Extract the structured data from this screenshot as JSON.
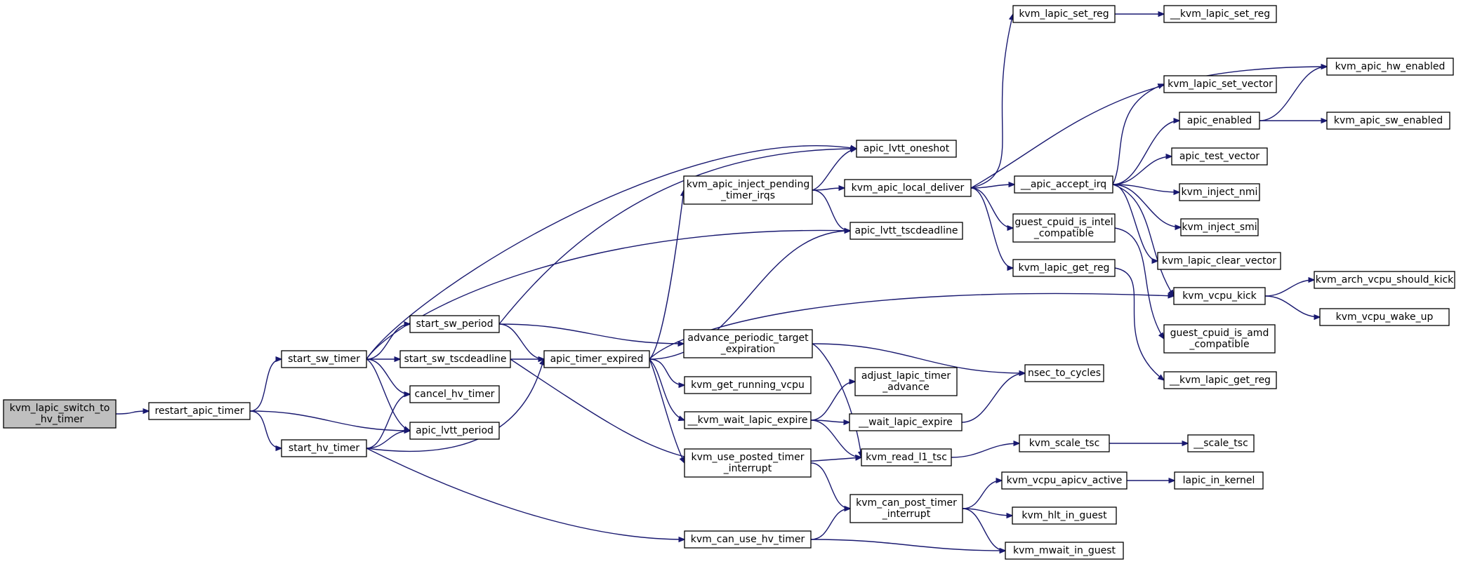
{
  "colors": {
    "edge": "#191970",
    "root_fill": "#bfbfbf",
    "node_fill": "#ffffff",
    "node_stroke": "#000000"
  },
  "nodes": [
    {
      "id": "n0",
      "lines": [
        "kvm_lapic_switch_to",
        "_hv_timer"
      ]
    },
    {
      "id": "n1",
      "lines": [
        "restart_apic_timer"
      ]
    },
    {
      "id": "n2",
      "lines": [
        "start_sw_timer"
      ]
    },
    {
      "id": "n3",
      "lines": [
        "start_hv_timer"
      ]
    },
    {
      "id": "n4",
      "lines": [
        "start_sw_period"
      ]
    },
    {
      "id": "n5",
      "lines": [
        "start_sw_tscdeadline"
      ]
    },
    {
      "id": "n6",
      "lines": [
        "cancel_hv_timer"
      ]
    },
    {
      "id": "n7",
      "lines": [
        "apic_lvtt_period"
      ]
    },
    {
      "id": "n8",
      "lines": [
        "apic_lvtt_oneshot"
      ]
    },
    {
      "id": "n9",
      "lines": [
        "apic_lvtt_tscdeadline"
      ]
    },
    {
      "id": "n10",
      "lines": [
        "apic_timer_expired"
      ]
    },
    {
      "id": "n11",
      "lines": [
        "kvm_apic_inject_pending",
        "_timer_irqs"
      ]
    },
    {
      "id": "n12",
      "lines": [
        "advance_periodic_target",
        "_expiration"
      ]
    },
    {
      "id": "n13",
      "lines": [
        "kvm_get_running_vcpu"
      ]
    },
    {
      "id": "n14",
      "lines": [
        "__kvm_wait_lapic_expire"
      ]
    },
    {
      "id": "n15",
      "lines": [
        "kvm_use_posted_timer",
        "_interrupt"
      ]
    },
    {
      "id": "n16",
      "lines": [
        "kvm_can_use_hv_timer"
      ]
    },
    {
      "id": "n17",
      "lines": [
        "kvm_apic_local_deliver"
      ]
    },
    {
      "id": "n18",
      "lines": [
        "adjust_lapic_timer",
        "_advance"
      ]
    },
    {
      "id": "n19",
      "lines": [
        "__wait_lapic_expire"
      ]
    },
    {
      "id": "n20",
      "lines": [
        "kvm_read_l1_tsc"
      ]
    },
    {
      "id": "n21",
      "lines": [
        "kvm_can_post_timer",
        "_interrupt"
      ]
    },
    {
      "id": "n22",
      "lines": [
        "kvm_lapic_set_reg"
      ]
    },
    {
      "id": "n23",
      "lines": [
        "__apic_accept_irq"
      ]
    },
    {
      "id": "n24",
      "lines": [
        "guest_cpuid_is_intel",
        "_compatible"
      ]
    },
    {
      "id": "n25",
      "lines": [
        "kvm_lapic_get_reg"
      ]
    },
    {
      "id": "n26",
      "lines": [
        "nsec_to_cycles"
      ]
    },
    {
      "id": "n27",
      "lines": [
        "kvm_scale_tsc"
      ]
    },
    {
      "id": "n28",
      "lines": [
        "kvm_vcpu_apicv_active"
      ]
    },
    {
      "id": "n29",
      "lines": [
        "kvm_hlt_in_guest"
      ]
    },
    {
      "id": "n30",
      "lines": [
        "kvm_mwait_in_guest"
      ]
    },
    {
      "id": "n31",
      "lines": [
        "__kvm_lapic_set_reg"
      ]
    },
    {
      "id": "n32",
      "lines": [
        "kvm_apic_hw_enabled"
      ]
    },
    {
      "id": "n33",
      "lines": [
        "kvm_lapic_set_vector"
      ]
    },
    {
      "id": "n34",
      "lines": [
        "apic_enabled"
      ]
    },
    {
      "id": "n35",
      "lines": [
        "apic_test_vector"
      ]
    },
    {
      "id": "n36",
      "lines": [
        "kvm_inject_nmi"
      ]
    },
    {
      "id": "n37",
      "lines": [
        "kvm_inject_smi"
      ]
    },
    {
      "id": "n38",
      "lines": [
        "kvm_lapic_clear_vector"
      ]
    },
    {
      "id": "n39",
      "lines": [
        "kvm_vcpu_kick"
      ]
    },
    {
      "id": "n40",
      "lines": [
        "guest_cpuid_is_amd",
        "_compatible"
      ]
    },
    {
      "id": "n41",
      "lines": [
        "__kvm_lapic_get_reg"
      ]
    },
    {
      "id": "n42",
      "lines": [
        "__scale_tsc"
      ]
    },
    {
      "id": "n43",
      "lines": [
        "lapic_in_kernel"
      ]
    },
    {
      "id": "n44",
      "lines": [
        "kvm_apic_sw_enabled"
      ]
    },
    {
      "id": "n45",
      "lines": [
        "kvm_arch_vcpu_should_kick"
      ]
    },
    {
      "id": "n46",
      "lines": [
        "kvm_vcpu_wake_up"
      ]
    }
  ],
  "edges": [
    [
      "n0",
      "n1"
    ],
    [
      "n1",
      "n2"
    ],
    [
      "n1",
      "n7"
    ],
    [
      "n1",
      "n3"
    ],
    [
      "n2",
      "n8"
    ],
    [
      "n2",
      "n9"
    ],
    [
      "n2",
      "n4"
    ],
    [
      "n2",
      "n5"
    ],
    [
      "n2",
      "n6"
    ],
    [
      "n2",
      "n7"
    ],
    [
      "n3",
      "n6"
    ],
    [
      "n3",
      "n7"
    ],
    [
      "n3",
      "n10"
    ],
    [
      "n3",
      "n16"
    ],
    [
      "n4",
      "n8"
    ],
    [
      "n4",
      "n10"
    ],
    [
      "n4",
      "n12"
    ],
    [
      "n5",
      "n10"
    ],
    [
      "n5",
      "n20"
    ],
    [
      "n10",
      "n11"
    ],
    [
      "n10",
      "n9"
    ],
    [
      "n10",
      "n39"
    ],
    [
      "n10",
      "n13"
    ],
    [
      "n10",
      "n14"
    ],
    [
      "n10",
      "n15"
    ],
    [
      "n11",
      "n8"
    ],
    [
      "n11",
      "n17"
    ],
    [
      "n11",
      "n9"
    ],
    [
      "n12",
      "n26"
    ],
    [
      "n12",
      "n20"
    ],
    [
      "n14",
      "n18"
    ],
    [
      "n14",
      "n19"
    ],
    [
      "n14",
      "n20"
    ],
    [
      "n15",
      "n21"
    ],
    [
      "n16",
      "n21"
    ],
    [
      "n16",
      "n30"
    ],
    [
      "n17",
      "n22"
    ],
    [
      "n17",
      "n32"
    ],
    [
      "n17",
      "n23"
    ],
    [
      "n17",
      "n24"
    ],
    [
      "n17",
      "n25"
    ],
    [
      "n19",
      "n26"
    ],
    [
      "n20",
      "n27"
    ],
    [
      "n21",
      "n28"
    ],
    [
      "n21",
      "n29"
    ],
    [
      "n21",
      "n30"
    ],
    [
      "n22",
      "n31"
    ],
    [
      "n23",
      "n33"
    ],
    [
      "n23",
      "n34"
    ],
    [
      "n23",
      "n35"
    ],
    [
      "n23",
      "n36"
    ],
    [
      "n23",
      "n37"
    ],
    [
      "n23",
      "n38"
    ],
    [
      "n23",
      "n39"
    ],
    [
      "n24",
      "n40"
    ],
    [
      "n25",
      "n41"
    ],
    [
      "n27",
      "n42"
    ],
    [
      "n28",
      "n43"
    ],
    [
      "n34",
      "n32"
    ],
    [
      "n34",
      "n44"
    ],
    [
      "n39",
      "n45"
    ],
    [
      "n39",
      "n46"
    ]
  ]
}
